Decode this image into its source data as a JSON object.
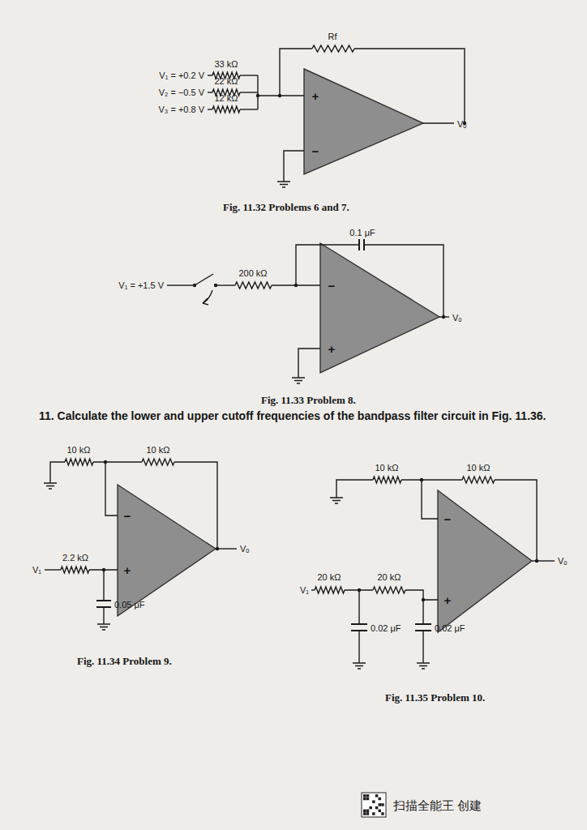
{
  "diagram": {
    "labels": [
      "Rf",
      "33 kΩ",
      "22 kΩ",
      "12 kΩ",
      "V₁ = +0.2 V",
      "V₂ = −0.5 V",
      "V₃ = +0.8 V",
      "+",
      "−",
      "Vₒ",
      "Fig. 11.32 Problems 6 and 7.",
      "0.1 μF",
      "V₁ = +1.5 V",
      "200 kΩ",
      "−",
      "+",
      "Vₒ",
      "Fig. 11.33 Problem 8.",
      "11. Calculate the lower and upper cutoff frequencies of the bandpass filter circuit in Fig. 11.36.",
      "10 kΩ",
      "10 kΩ",
      "−",
      "2.2 kΩ",
      "V₁",
      "+",
      "0.05 μF",
      "Vₒ",
      "Fig. 11.34 Problem 9.",
      "10 kΩ",
      "10 kΩ",
      "−",
      "20 kΩ",
      "20 kΩ",
      "V₁",
      "+",
      "0.02 μF",
      "0.02 μF",
      "Vₒ",
      "Fig. 11.35 Problem 10.",
      "扫描全能王 创建"
    ]
  }
}
